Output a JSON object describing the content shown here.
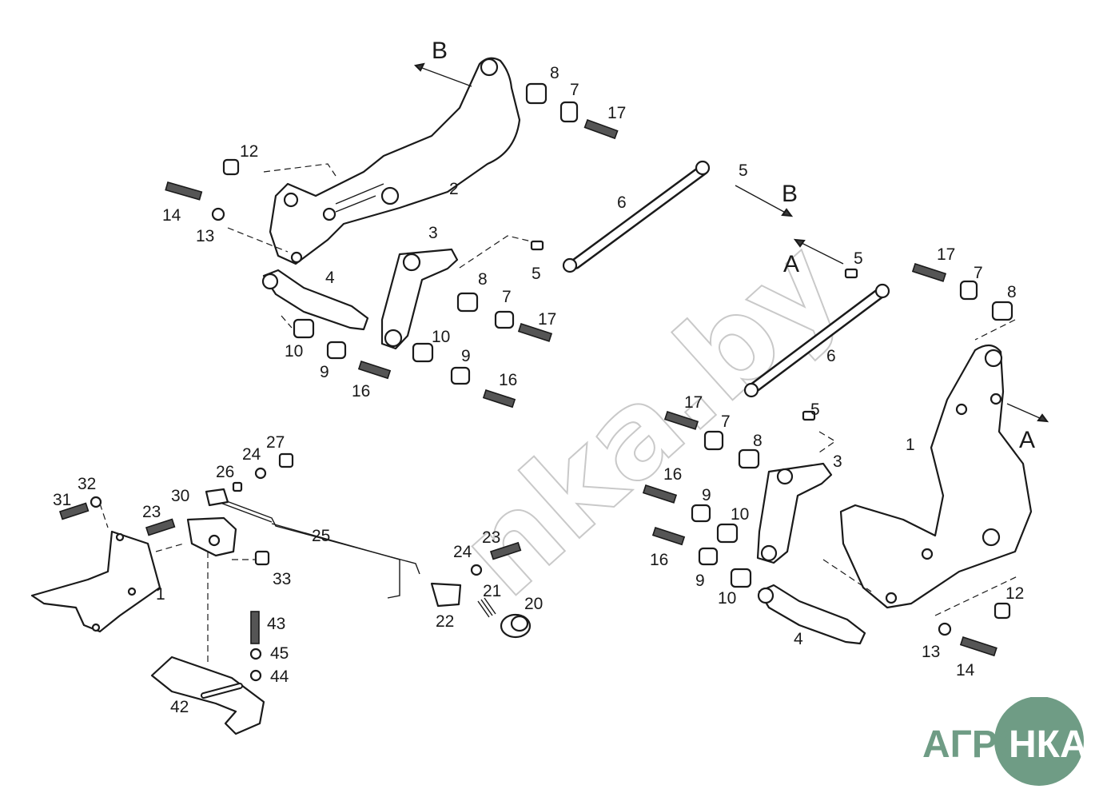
{
  "watermark": "nka.by",
  "arrow_labels": [
    "B",
    "B",
    "A",
    "A"
  ],
  "logo": {
    "part1": "АГРО",
    "part2": "НКА"
  },
  "callouts": {
    "top": [
      "8",
      "7",
      "17",
      "12",
      "2",
      "14",
      "13",
      "5",
      "6",
      "3",
      "5",
      "4",
      "8",
      "7",
      "17",
      "10",
      "9",
      "16",
      "10",
      "9",
      "16"
    ],
    "right": [
      "5",
      "17",
      "7",
      "8",
      "6",
      "17",
      "7",
      "5",
      "8",
      "3",
      "1",
      "16",
      "9",
      "10",
      "16",
      "9",
      "10",
      "12",
      "4",
      "13",
      "14"
    ],
    "bottom": [
      "31",
      "32",
      "23",
      "30",
      "26",
      "24",
      "27",
      "1",
      "33",
      "25",
      "24",
      "23",
      "21",
      "22",
      "20",
      "43",
      "45",
      "44",
      "42"
    ]
  }
}
